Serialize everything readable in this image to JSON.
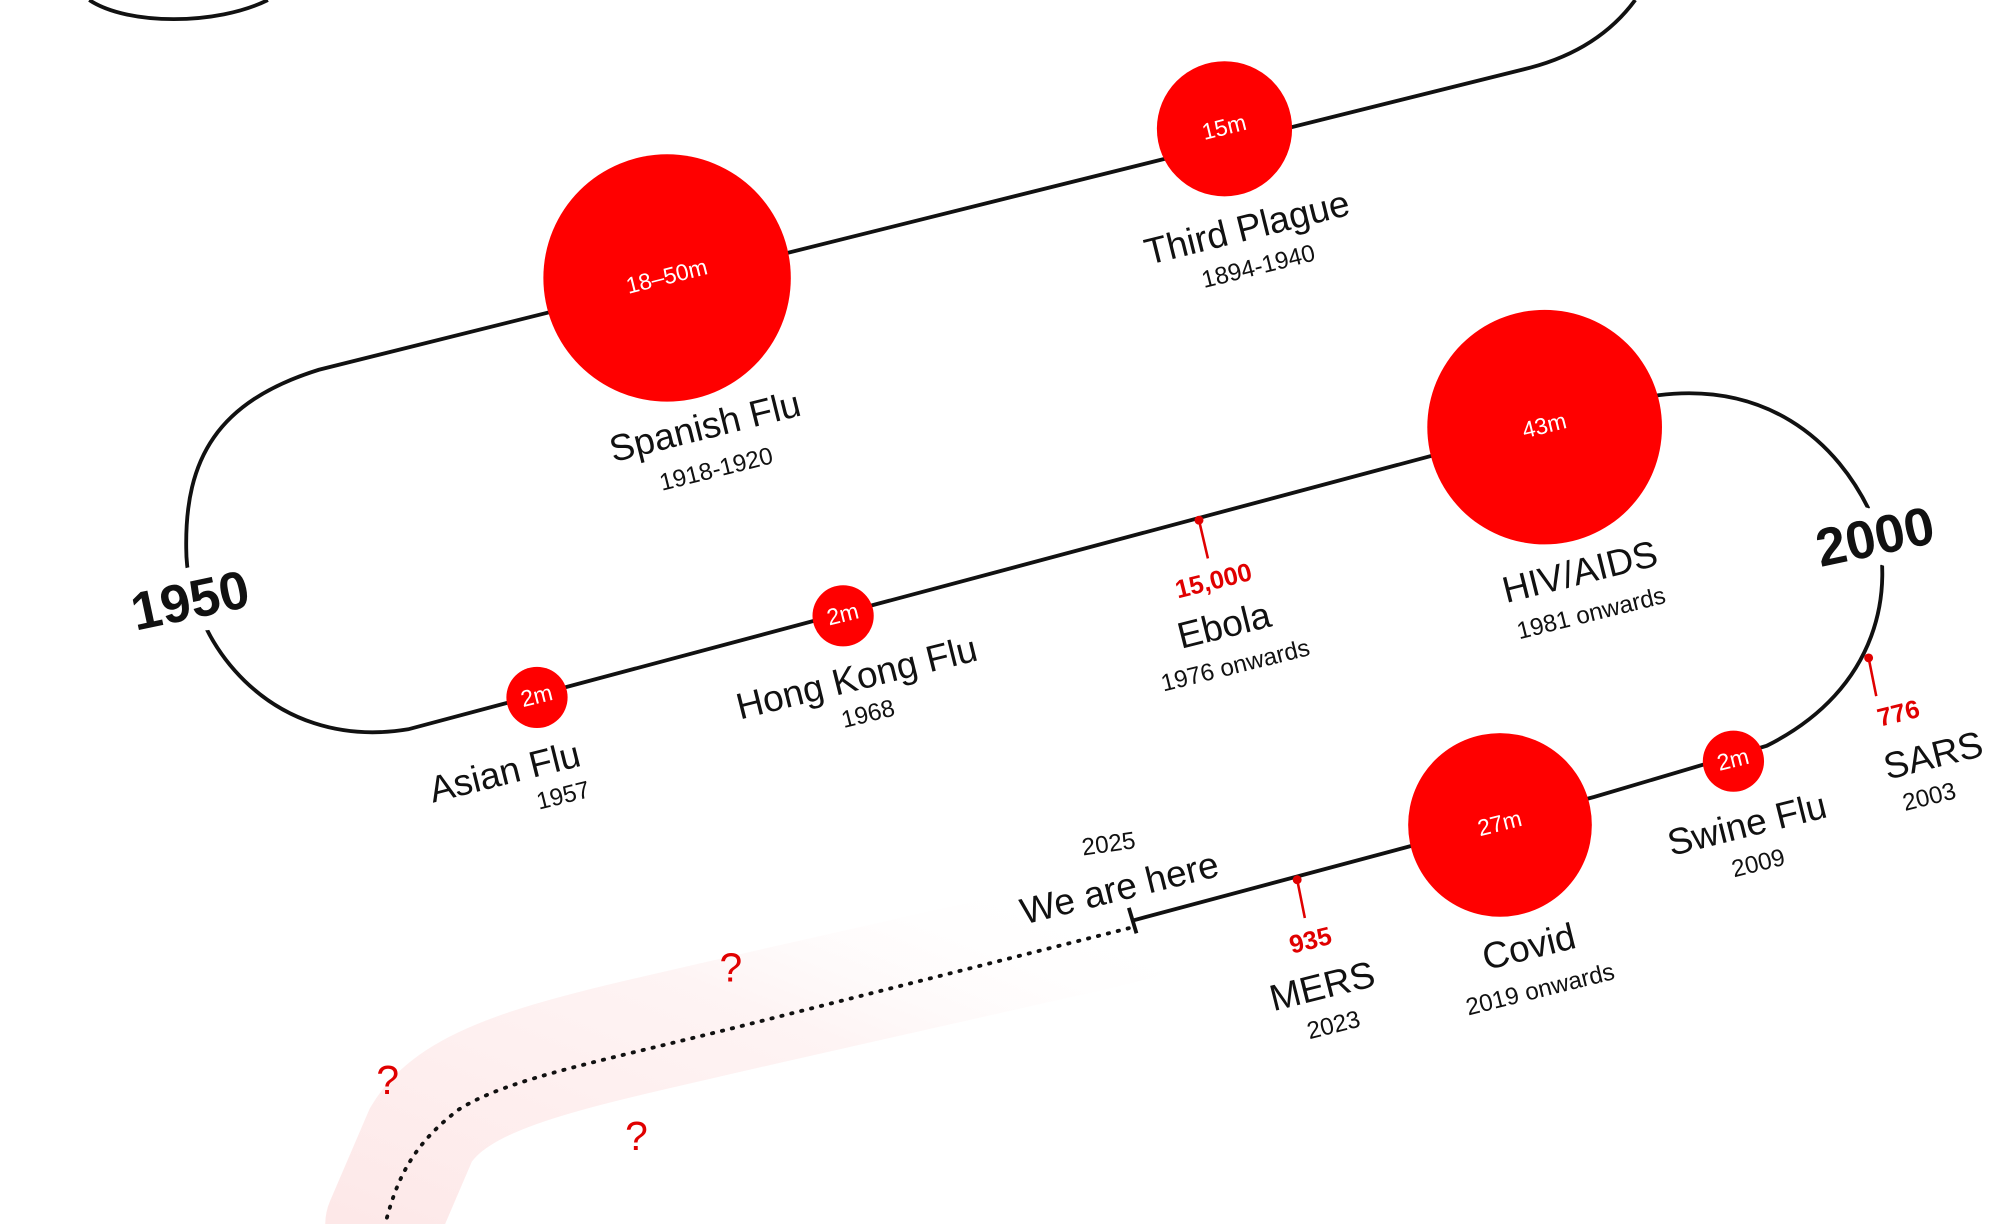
{
  "years": {
    "y1950": "1950",
    "y2000": "2000"
  },
  "pandemics": [
    {
      "name": "Third Plague",
      "dates": "1894-1940",
      "deaths": "15m"
    },
    {
      "name": "Spanish Flu",
      "dates": "1918-1920",
      "deaths": "18–50m"
    },
    {
      "name": "Asian Flu",
      "dates": "1957",
      "deaths": "2m"
    },
    {
      "name": "Hong Kong Flu",
      "dates": "1968",
      "deaths": "2m"
    },
    {
      "name": "Ebola",
      "dates": "1976 onwards",
      "deaths": "15,000"
    },
    {
      "name": "HIV/AIDS",
      "dates": "1981 onwards",
      "deaths": "43m"
    },
    {
      "name": "SARS",
      "dates": "2003",
      "deaths": "776"
    },
    {
      "name": "Swine Flu",
      "dates": "2009",
      "deaths": "2m"
    },
    {
      "name": "Covid",
      "dates": "2019 onwards",
      "deaths": "27m"
    },
    {
      "name": "MERS",
      "dates": "2023",
      "deaths": "935"
    }
  ],
  "now": {
    "year": "2025",
    "label": "We are here"
  },
  "future": {
    "q1": "?",
    "q2": "?",
    "q3": "?"
  },
  "colors": {
    "accent": "#ff0000",
    "line": "#111111"
  }
}
